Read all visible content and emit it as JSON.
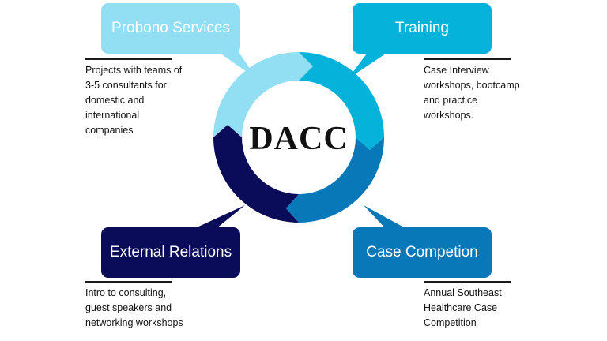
{
  "center_title": "DACC",
  "colors": {
    "probono": "#92dff3",
    "training": "#05b2d9",
    "case_competition": "#0878b8",
    "external_relations": "#0a0c5a"
  },
  "quadrants": [
    {
      "key": "probono",
      "title": "Probono Services",
      "description": "Projects with teams of 3-5 consultants for domestic and international companies"
    },
    {
      "key": "training",
      "title": "Training",
      "description": "Case Interview workshops, bootcamp and practice workshops."
    },
    {
      "key": "external_relations",
      "title": "External Relations",
      "description": "Intro to consulting, guest speakers and networking workshops"
    },
    {
      "key": "case_competition",
      "title": "Case Competion",
      "description": "Annual Southeast Healthcare Case Competition"
    }
  ]
}
